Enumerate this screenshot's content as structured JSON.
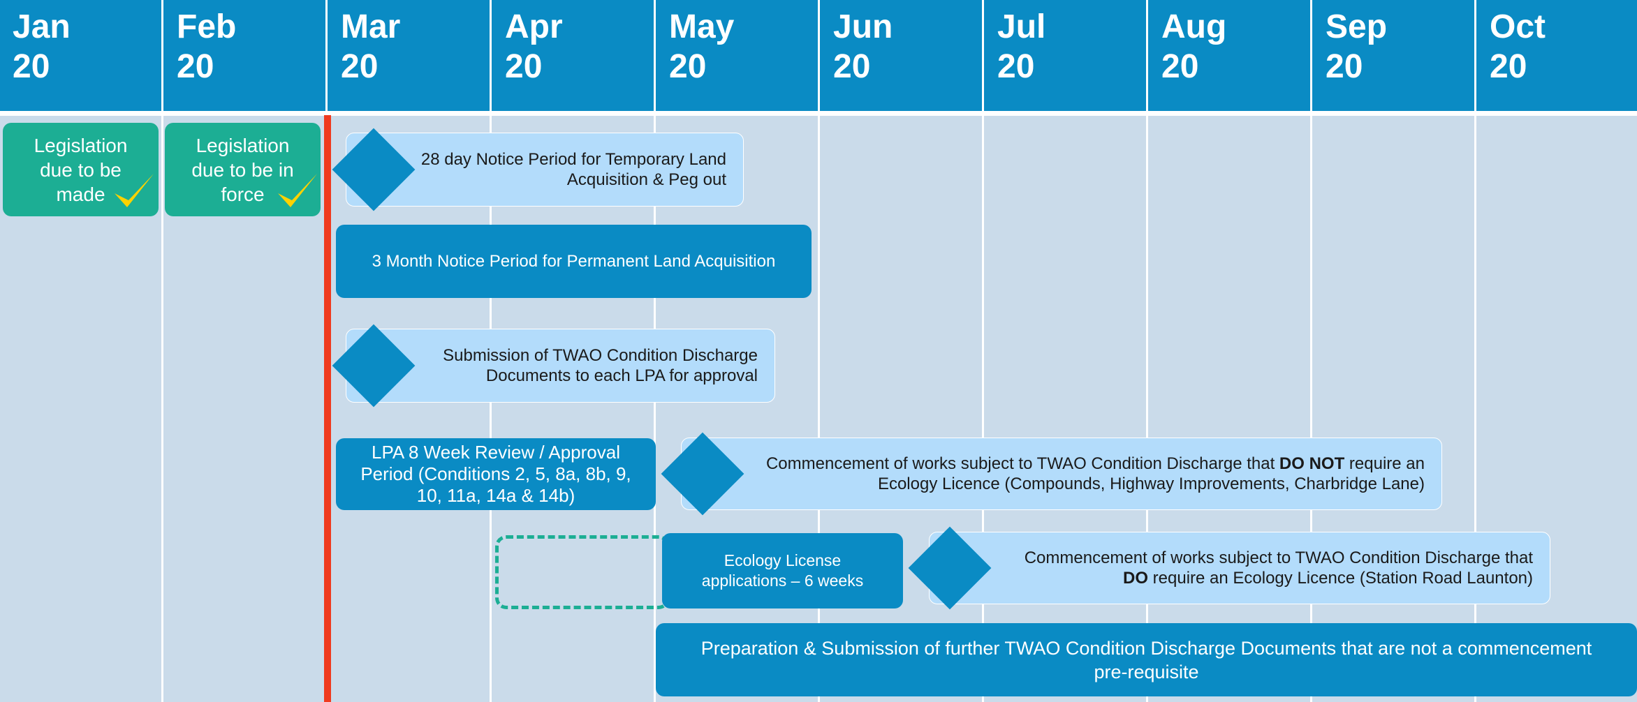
{
  "months": [
    {
      "name": "Jan",
      "year": "20"
    },
    {
      "name": "Feb",
      "year": "20"
    },
    {
      "name": "Mar",
      "year": "20"
    },
    {
      "name": "Apr",
      "year": "20"
    },
    {
      "name": "May",
      "year": "20"
    },
    {
      "name": "Jun",
      "year": "20"
    },
    {
      "name": "Jul",
      "year": "20"
    },
    {
      "name": "Aug",
      "year": "20"
    },
    {
      "name": "Sep",
      "year": "20"
    },
    {
      "name": "Oct",
      "year": "20"
    }
  ],
  "milestones": {
    "legislation_made": "Legislation\ndue to be\nmade",
    "legislation_in_force": "Legislation\ndue to be in\nforce"
  },
  "tasks": {
    "notice_28_day": "28 day Notice Period for Temporary Land\nAcquisition & Peg out",
    "notice_3_month": "3 Month Notice Period for Permanent Land Acquisition",
    "submission_twao": "Submission of TWAO Condition Discharge\nDocuments to each LPA for approval",
    "lpa_review": "LPA 8 Week Review / Approval\nPeriod (Conditions 2, 5, 8a, 8b, 9,\n10, 11a, 14a & 14b)",
    "commence_no_licence_pre": "Commencement of works subject to TWAO Condition Discharge that ",
    "commence_no_licence_bold": "DO NOT",
    "commence_no_licence_post": " require an",
    "commence_no_licence_line2": "Ecology Licence (Compounds, Highway Improvements, Charbridge Lane)",
    "ecology_applications": "Ecology License\napplications – 6 weeks",
    "commence_licence_line1": "Commencement of works subject to TWAO Condition Discharge that",
    "commence_licence_bold": "DO",
    "commence_licence_post": " require an Ecology Licence (Station Road Launton)",
    "preparation_further": "Preparation & Submission of further TWAO Condition Discharge Documents that are not a commencement\npre-requisite"
  },
  "colors": {
    "header": "#0a8bc4",
    "background": "#cadbea",
    "dark_box": "#0a8bc4",
    "light_box": "#b3dcfb",
    "milestone_green": "#1cae94",
    "today_line": "#f03a1e",
    "tick": "#ffd200"
  }
}
